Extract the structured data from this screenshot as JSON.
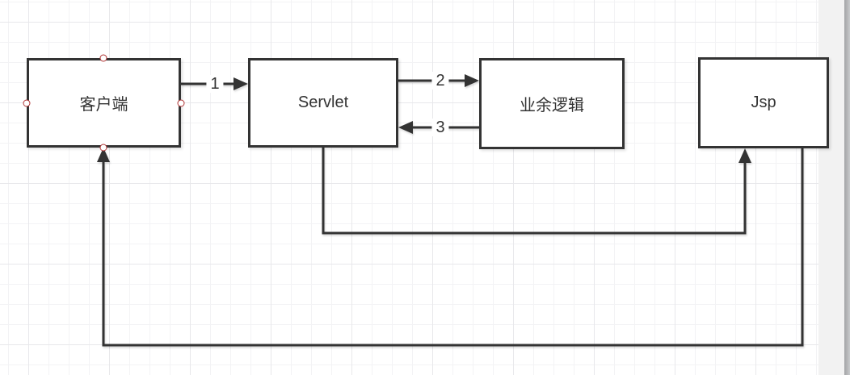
{
  "diagram": {
    "nodes": [
      {
        "id": "client",
        "label": "客户端"
      },
      {
        "id": "servlet",
        "label": "Servlet"
      },
      {
        "id": "logic",
        "label": "业余逻辑"
      },
      {
        "id": "jsp",
        "label": "Jsp"
      }
    ],
    "edges": [
      {
        "label": "1",
        "from": "客户端",
        "to": "Servlet",
        "style": "arrow-right"
      },
      {
        "label": "2",
        "from": "Servlet",
        "to": "业余逻辑",
        "style": "arrow-right"
      },
      {
        "label": "3",
        "from": "业余逻辑",
        "to": "Servlet",
        "style": "arrow-left"
      },
      {
        "label": "",
        "from": "Servlet",
        "to": "Jsp",
        "style": "elbow-up-arrow"
      },
      {
        "label": "",
        "from": "Jsp",
        "to": "客户端",
        "style": "elbow-up-arrow"
      }
    ],
    "colors": {
      "stroke": "#333333",
      "text": "#333333",
      "node_fill": "#ffffff",
      "connection_point": "#b03434",
      "canvas": "#ffffff",
      "grid_minor": "#f3f3f5",
      "grid_major": "#e8e8eb",
      "gutter": "#f2f2f2",
      "scrollbar_dark": "#a2a3a5",
      "scrollbar_light": "#c9cacc"
    }
  }
}
